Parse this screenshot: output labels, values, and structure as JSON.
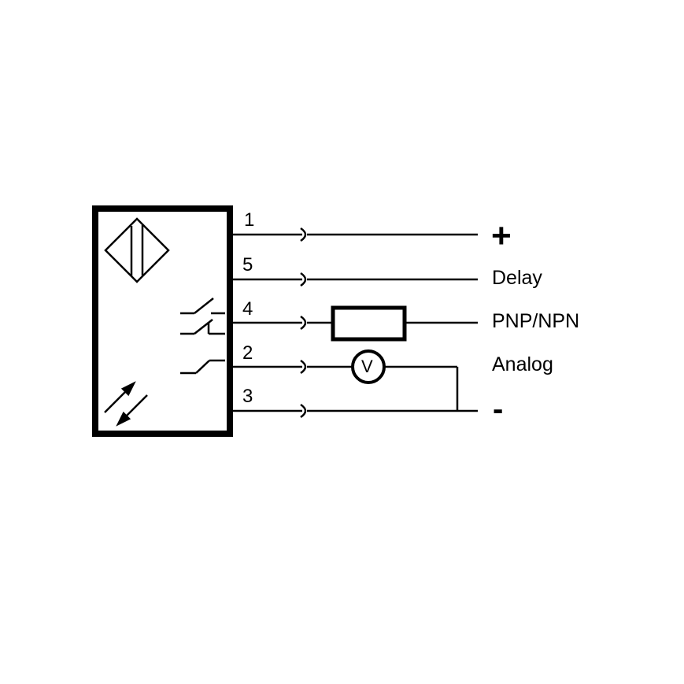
{
  "diagram": {
    "type": "sensor wiring diagram",
    "colors": {
      "line": "#000000",
      "background": "#ffffff"
    },
    "sensor_box": {
      "symbols": [
        "diffuse-sensor-diamond-icon",
        "emitter-receiver-arrows-icon",
        "changeover-switch-icon",
        "normally-open-switch-icon"
      ]
    },
    "pins": [
      {
        "number": "1",
        "label": "+"
      },
      {
        "number": "5",
        "label": "Delay"
      },
      {
        "number": "4",
        "label": "PNP/NPN"
      },
      {
        "number": "2",
        "label": "Analog"
      },
      {
        "number": "3",
        "label": "-"
      }
    ],
    "components": {
      "load": "resistor-load",
      "meter": "V"
    }
  }
}
